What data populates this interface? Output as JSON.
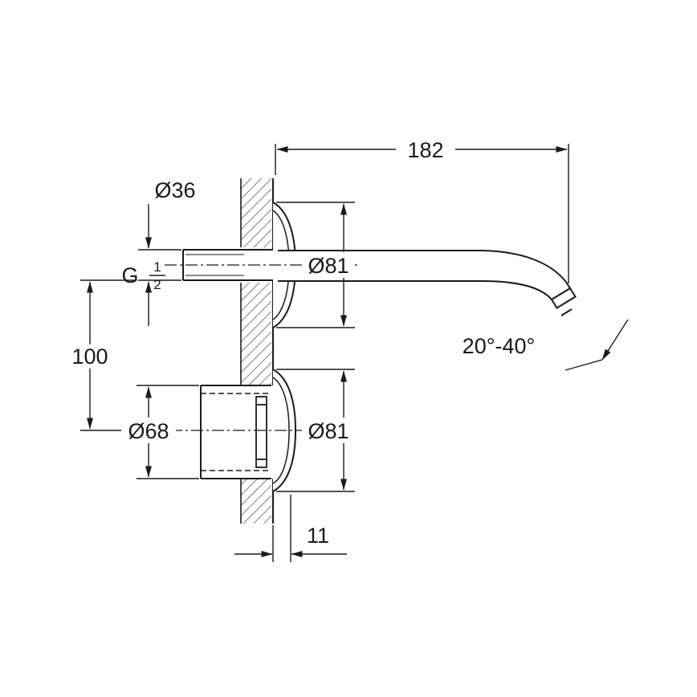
{
  "drawing": {
    "type": "technical-dimension-drawing",
    "subject": "wall-mounted-basin-faucet"
  },
  "labels": {
    "overall_projection": "182",
    "pipe_diameter": "Ø36",
    "thread": {
      "prefix": "G",
      "numerator": "1",
      "denominator": "2"
    },
    "vertical_spacing": "100",
    "body_diameter": "Ø68",
    "escutcheon_top_diameter": "Ø81",
    "escutcheon_bottom_diameter": "Ø81",
    "spout_angle_range": "20°-40°",
    "wall_offset": "11"
  },
  "colors": {
    "line": "#1a1a1a",
    "background": "#ffffff"
  }
}
